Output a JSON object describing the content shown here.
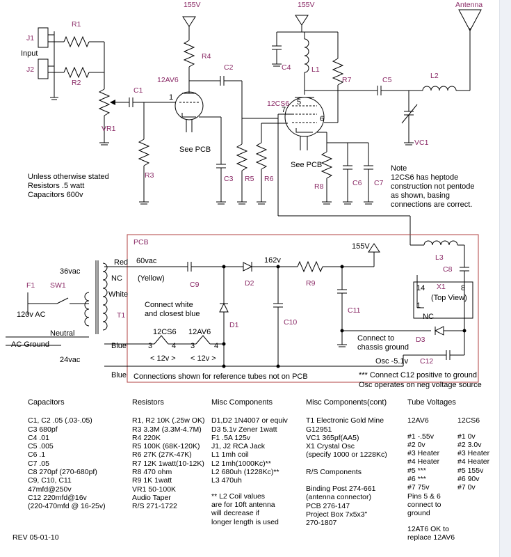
{
  "schematic": {
    "supply_top1": "155V",
    "supply_top2": "155V",
    "antenna": "Antenna",
    "j1": "J1",
    "j2": "J2",
    "input": "Input",
    "r1": "R1",
    "r2": "R2",
    "vr1": "VR1",
    "c1": "C1",
    "r4": "R4",
    "tube1": "12AV6",
    "c2": "C2",
    "pin1": "1",
    "see_pcb1": "See PCB",
    "r3": "R3",
    "c3": "C3",
    "r5": "R5",
    "r6": "R6",
    "c4": "C4",
    "l1": "L1",
    "r7": "R7",
    "c5": "C5",
    "l2": "L2",
    "tube2": "12CS6",
    "pin5": "5",
    "pin7": "7",
    "pin6": "6",
    "see_pcb2": "See PCB",
    "r8": "R8",
    "c6": "C6",
    "c7": "C7",
    "vc1": "VC1",
    "general_note": [
      "Unless otherwise stated",
      "Resistors  .5 watt",
      "Capacitors   600v"
    ],
    "tube_note": [
      "Note",
      "12CS6 has heptode",
      "construction not pentode",
      "as shown, basing",
      "connections are correct."
    ],
    "pcb": "PCB",
    "v36": "36vac",
    "red": "Red",
    "v60": "60vac",
    "nc": "NC",
    "yellow": "(Yellow)",
    "c9": "C9",
    "d2": "D2",
    "v162": "162v",
    "r9": "R9",
    "v155": "155V",
    "l3": "L3",
    "c8": "C8",
    "x1": "X1",
    "pin14": "14",
    "pin8": "8",
    "pin1b": "1",
    "top_view": "(Top View)",
    "nc2": "NC",
    "f1": "F1",
    "sw1": "SW1",
    "white": "White",
    "connect_white": [
      "Connect white",
      "and closest blue"
    ],
    "c11": "C11",
    "v120": "120v AC",
    "t1": "T1",
    "d1": "D1",
    "c10": "C10",
    "connect_chassis": [
      "Connect to",
      "chassis ground"
    ],
    "d3": "D3",
    "neutral": "Neutral",
    "ac_ground": "AC Ground",
    "tube_a": "12CS6",
    "tube_b": "12AV6",
    "pin3a": "3",
    "pin4a": "4",
    "pin3b": "3",
    "pin4b": "4",
    "blue1": "Blue",
    "v24": "24vac",
    "v12a": "< 12v >",
    "v12b": "< 12v >",
    "osc": "Osc -5.1v",
    "c12": "C12",
    "blue2": "Blue",
    "ref_note": "Connections shown for reference tubes not on PCB",
    "c12_note": "*** Connect C12 positive to ground",
    "osc_note": "Osc operates on neg voltage source"
  },
  "capacitors": {
    "title": "Capacitors",
    "lines": [
      "C1, C2 .05 (.03-.05)",
      "C3    680pf",
      "C4    .01",
      "C5    .005",
      "C6    .1",
      "C7   .05",
      "C8    270pf (270-680pf)",
      "C9,  C10, C11",
      "   47mfd@250v",
      "C12  220mfd@16v",
      "(220-470mfd @ 16-25v)"
    ]
  },
  "resistors": {
    "title": "Resistors",
    "lines": [
      "R1, R2   10K (.25w OK)",
      "R3    3.3M (3.3M-4.7M)",
      "R4    220K",
      "R5    100K (68K-120K)",
      "R6    27K (27K-47K)",
      "R7    12K 1watt(10-12K)",
      "R8    470 ohm",
      "R9    1K 1watt",
      "VR1  50-100K",
      "Audio Taper",
      "R/S  271-1722"
    ]
  },
  "misc": {
    "title": "Misc Components",
    "lines": [
      "D1,D2   1N4007 or equiv",
      "D3   5.1v  Zener 1watt",
      "F1    .5A 125v",
      "J1, J2 RCA Jack",
      "L1   1mh coil",
      "L2   1mh(1000Kc)**",
      "L2   680uh (1228Kc)**",
      "L3   470uh"
    ],
    "coil_note": [
      "** L2 Coil values",
      "are for 10ft antenna",
      "will decrease if",
      "longer length is used"
    ]
  },
  "misc_cont": {
    "title": "Misc Components(cont)",
    "lines": [
      "T1 Electronic Gold Mine",
      "       G12951",
      "VC1  365pf(AA5)",
      "X1     Crystal Osc",
      "(specify 1000 or 1228Kc)"
    ],
    "rs": "R/S Components",
    "rs_lines": [
      "Binding Post  274-661",
      "(antenna connector)",
      "PCB   276-147",
      "Project Box  7x5x3\"",
      "270-1807"
    ]
  },
  "tube_voltages": {
    "title": "Tube Voltages",
    "col1_title": "12AV6",
    "col2_title": "12CS6",
    "col1": [
      "#1  -.55v",
      "#2    0v",
      "#3  Heater",
      "#4  Heater",
      "#5   ***",
      "#6   ***",
      "#7  75v"
    ],
    "col2": [
      "#1  0v",
      "#2  3.0v",
      "#3  Heater",
      "#4  Heater",
      "#5  155v",
      "#6  90v",
      "#7   0v"
    ],
    "pins_note": [
      "Pins 5 & 6",
      "connect to",
      "ground"
    ],
    "replace_note": [
      "12AT6 OK to",
      "replace 12AV6"
    ]
  },
  "rev": "REV 05-01-10"
}
